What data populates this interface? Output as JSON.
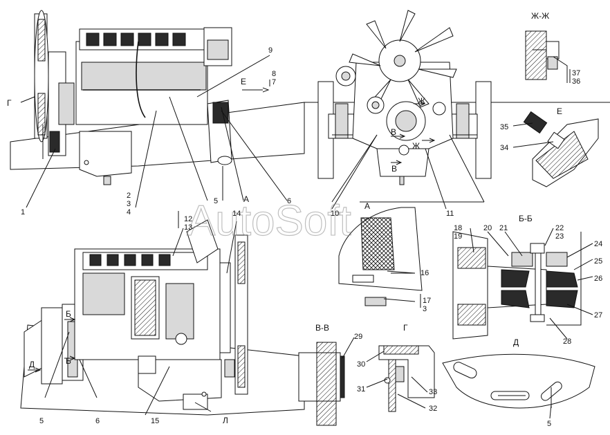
{
  "watermark": "AutoSoft",
  "view_labels": {
    "section_zh": "Ж-Ж",
    "view_e": "Е",
    "section_bb": "Б-Б",
    "view_a": "А",
    "section_vv": "В-В",
    "view_g": "Г",
    "view_d": "Д",
    "view_l": "Л"
  },
  "arrow_labels": {
    "g_top": "Г",
    "e_side": "Е",
    "a_arrow": "А",
    "v_arrow_1": "В",
    "zh_arrow_1": "Ж",
    "zh_arrow_2": "Ж",
    "v_arrow_2": "В",
    "b_arrow_1": "Б",
    "b_arrow_2": "Б",
    "d_arrow": "Д"
  },
  "callouts": {
    "n1": "1",
    "n2": "2",
    "n3": "3",
    "n4": "4",
    "n5a": "5",
    "n6a": "6",
    "n7": "7",
    "n8": "8",
    "n9": "9",
    "n10": "10",
    "n11": "11",
    "n12": "12",
    "n13": "13",
    "n14": "14",
    "n15": "15",
    "n16": "16",
    "n17": "17",
    "n3b": "3",
    "n18": "18",
    "n19": "19",
    "n20": "20",
    "n21": "21",
    "n22": "22",
    "n23": "23",
    "n24": "24",
    "n25": "25",
    "n26": "26",
    "n27": "27",
    "n28": "28",
    "n29": "29",
    "n30": "30",
    "n31": "31",
    "n32": "32",
    "n33": "33",
    "n34": "34",
    "n35": "35",
    "n36": "36",
    "n37": "37",
    "n5b": "5",
    "n6b": "6",
    "n5c": "5"
  }
}
